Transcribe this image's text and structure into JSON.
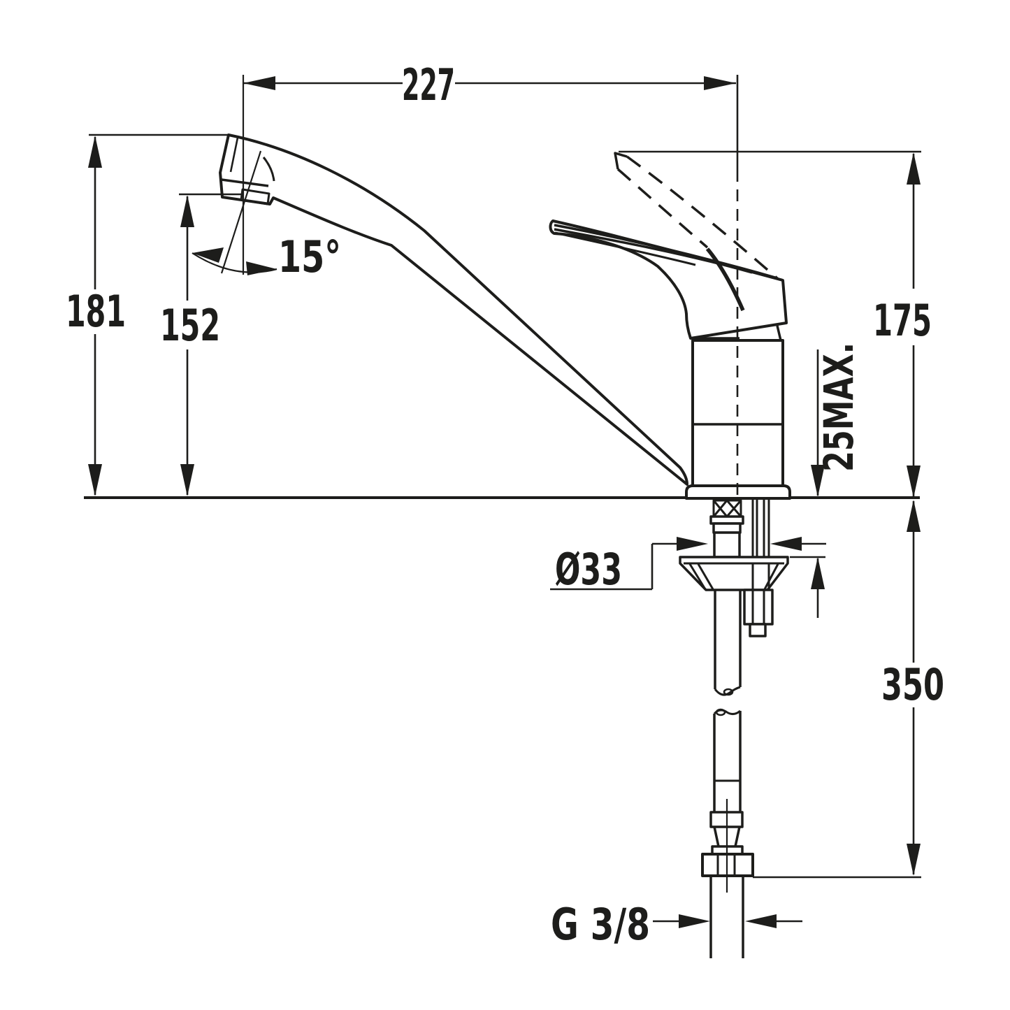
{
  "figure": {
    "type": "technical-drawing",
    "subject": "Single-lever kitchen sink mixer tap, side elevation with installation dimensions",
    "units": "mm",
    "ink_color": "#1d1d1b",
    "background_color": "#ffffff"
  },
  "dimensions": {
    "spout_reach": {
      "label": "227",
      "meaning": "horizontal distance from spout outlet to body axis"
    },
    "total_height": {
      "label": "181",
      "meaning": "height from deck to top of spout"
    },
    "outlet_height": {
      "label": "152",
      "meaning": "height from deck to spout outlet"
    },
    "spout_angle": {
      "label": "15°",
      "meaning": "outlet inclination from vertical"
    },
    "body_height": {
      "label": "175",
      "meaning": "height from deck to raised lever top"
    },
    "deck_thickness": {
      "label": "25MAX.",
      "meaning": "maximum mounting deck thickness"
    },
    "hole_diameter": {
      "label": "Ø33",
      "meaning": "required mounting hole diameter"
    },
    "hose_length": {
      "label": "350",
      "meaning": "flexible supply hose length below deck"
    },
    "connection_thread": {
      "label": "G 3/8",
      "meaning": "supply hose connection thread"
    }
  }
}
